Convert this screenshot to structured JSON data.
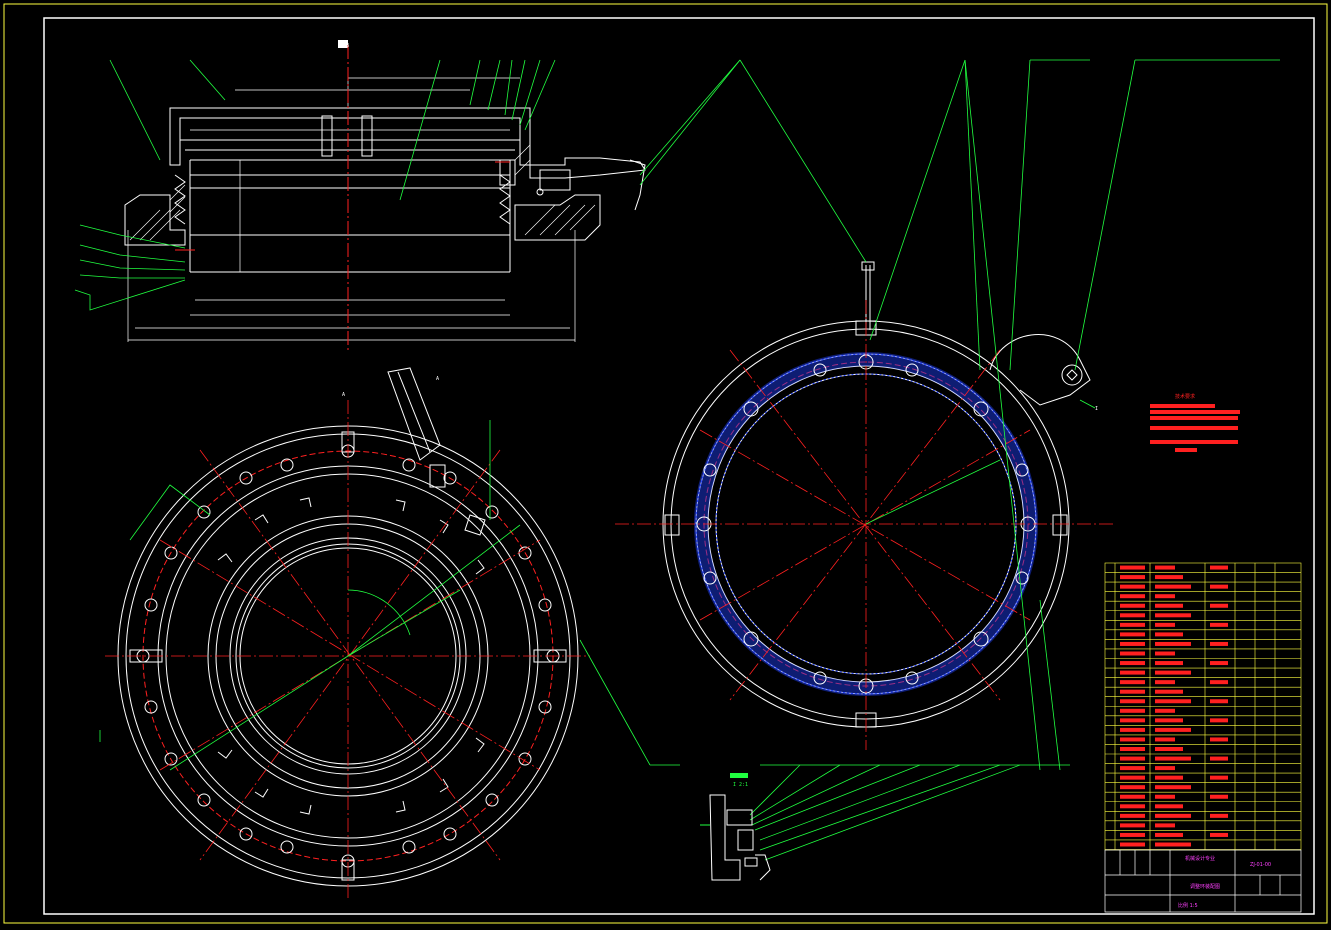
{
  "drawing": {
    "colors": {
      "background": "#000000",
      "outline": "#ffffff",
      "center_line": "#ff2020",
      "leader": "#20ff40",
      "border": "#ffff40",
      "hatch": "#2040ff",
      "annotation": "#ff40ff"
    },
    "section_label": "B-B",
    "detail_label": "I",
    "detail_scale_label": "I 2:1",
    "view_label_a": "A",
    "view_label_bottom": "A",
    "tech_notes_heading": "技术要求",
    "tech_notes": [
      "1. 装配前所有零件应清洗干净",
      "2. 装配后转动灵活，无卡滞现象",
      "3. 各密封处不得有渗漏",
      "4. 未注明尺寸按相关标准"
    ],
    "title_block": {
      "school": "机械设计专业",
      "drawing_title": "调整环装配图",
      "drawing_number": "ZJ-01-00",
      "material": "比例 1:5"
    }
  }
}
